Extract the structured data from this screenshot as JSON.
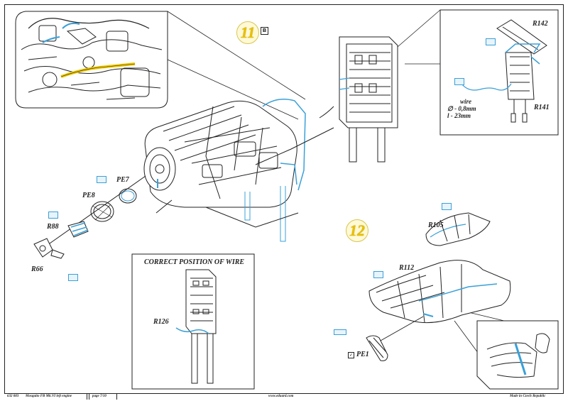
{
  "steps": {
    "step11": {
      "number": "11",
      "badge": "B"
    },
    "step12": {
      "number": "12"
    }
  },
  "labels": {
    "pe7": "PE7",
    "pe8": "PE8",
    "r88": "R88",
    "r66": "R66",
    "r142": "R142",
    "r141": "R141",
    "r105": "R105",
    "r112": "R112",
    "r126": "R126",
    "pe1": "PE1"
  },
  "inset": {
    "title": "CORRECT POSITION OF WIRE"
  },
  "wire": {
    "line1": "wire",
    "line2": "∅ - 0,8mm",
    "line3": "l - 23mm"
  },
  "footer": {
    "code": "632 083",
    "title": "Mosquito FB Mk.VI  left engine",
    "page": "page 7/10",
    "url": "www.eduard.com",
    "made": "Made in Czech Republic"
  },
  "colors": {
    "line": "#222222",
    "accent_blue": "#3aa0d8",
    "wire_yellow": "#f0c800",
    "step_yellow": "#e8c000"
  },
  "icons": {
    "pe1_box": "checkmark"
  }
}
